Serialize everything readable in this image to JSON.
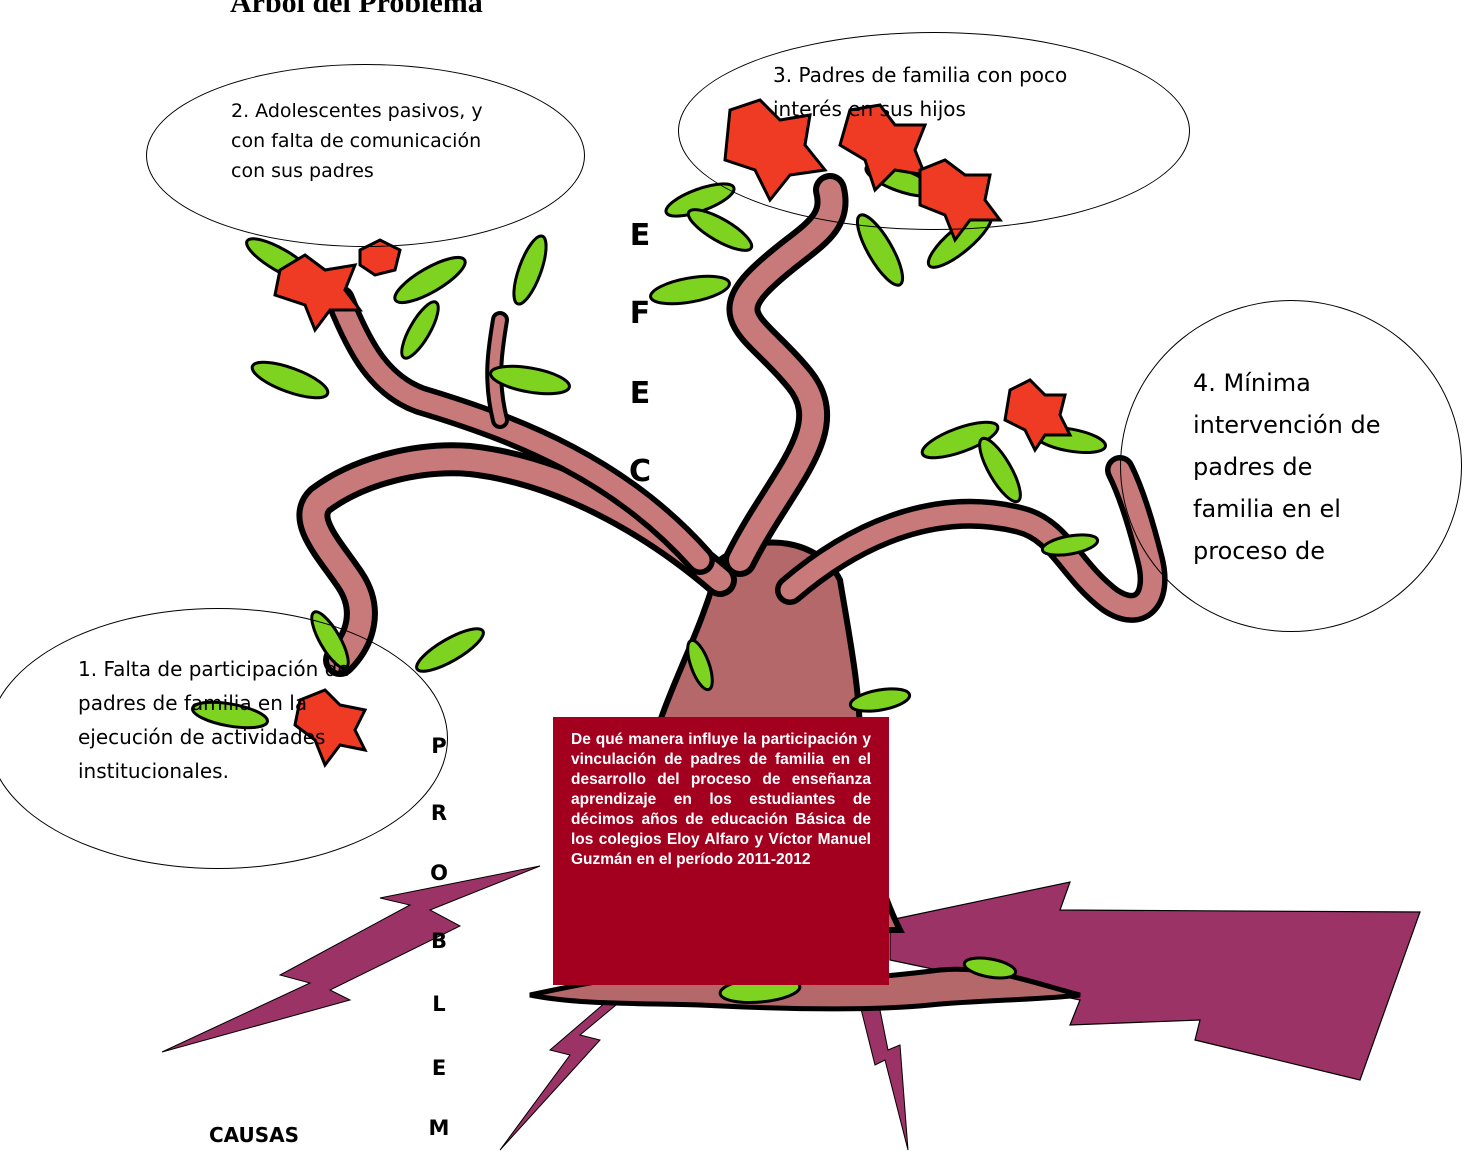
{
  "title": "Árbol del Problema",
  "effects_vertical": [
    "E",
    "F",
    "E",
    "C"
  ],
  "problem_vertical": [
    "P",
    "R",
    "O",
    "B",
    "L",
    "E",
    "M"
  ],
  "ellipses": [
    {
      "text": "1. Falta de participación de padres de familia en la ejecución de actividades institucionales."
    },
    {
      "text": "2. Adolescentes pasivos, y con falta de comunicación con sus padres"
    },
    {
      "text": "3. Padres de familia con poco interés en sus hijos"
    },
    {
      "text": "4. Mínima intervención de padres de familia en el proceso de"
    }
  ],
  "problem_box": {
    "text": "De qué manera influye la participación y vinculación de padres de familia en el desarrollo del proceso de enseñanza aprendizaje en los estudiantes de décimos años de educación Básica de los colegios Eloy Alfaro y Víctor Manuel Guzmán en el período 2011-2012",
    "bg_color": "#a3001f"
  },
  "causas_label": "CAUSAS",
  "colors": {
    "trunk": "#b4686a",
    "leaf": "#7ed321",
    "flower": "#ef3b24",
    "lightning": "#9b3366"
  }
}
